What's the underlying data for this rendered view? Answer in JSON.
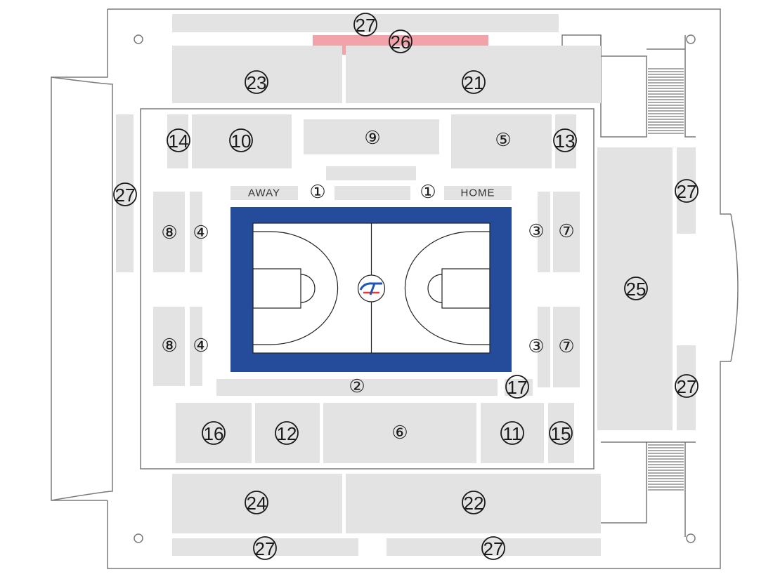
{
  "labels": {
    "n1": "①",
    "n2": "②",
    "n3": "③",
    "n4": "④",
    "n5": "⑤",
    "n6": "⑥",
    "n7": "⑦",
    "n8": "⑧",
    "n9": "⑨",
    "n10": "10",
    "n11": "11",
    "n12": "12",
    "n13": "13",
    "n14": "14",
    "n15": "15",
    "n16": "16",
    "n17": "17",
    "n21": "21",
    "n22": "22",
    "n23": "23",
    "n24": "24",
    "n25": "25",
    "n26": "26",
    "n27": "27"
  },
  "bench": {
    "away": "AWAY",
    "home": "HOME"
  },
  "colors": {
    "court_border": "#254c9a",
    "court_floor": "#ffffff",
    "block": "#e3e3e3",
    "highlight": "#f2a3aa",
    "logo_red": "#e53935",
    "logo_blue": "#1f56b3"
  },
  "icons": {
    "logo": "team-logo-icon",
    "pillar": "pillar-icon"
  }
}
